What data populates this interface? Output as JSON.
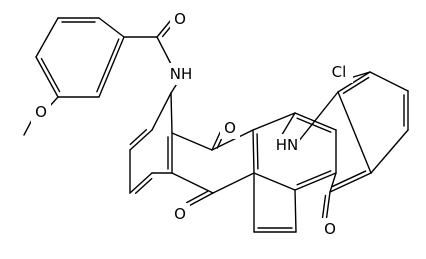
{
  "structure": {
    "bond_color": "#000000",
    "label_color": "#000000",
    "background": "#ffffff"
  },
  "atom_labels": {
    "carbonyl_oxygen_amide": "O",
    "amide_nitrogen": "NH",
    "ether_oxygen": "O",
    "carbonyl_oxygen_top": "O",
    "carbonyl_oxygen_left": "O",
    "carbonyl_oxygen_right": "O",
    "ring_nitrogen": "HN",
    "chlorine": "Cl"
  }
}
